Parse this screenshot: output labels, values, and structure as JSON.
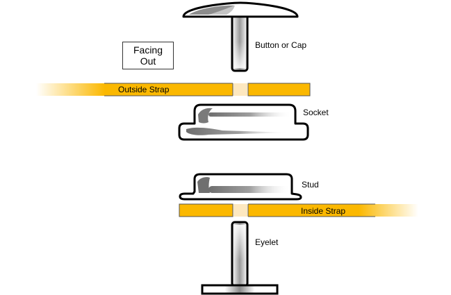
{
  "facing_box": {
    "line1": "Facing",
    "line2": "Out"
  },
  "labels": {
    "button_cap": "Button or Cap",
    "socket": "Socket",
    "stud": "Stud",
    "eyelet": "Eyelet"
  },
  "straps": {
    "outside": "Outside Strap",
    "inside": "Inside Strap"
  },
  "colors": {
    "strap": "#fbb800",
    "strap_gap": "#fde8c0",
    "outline": "#000000",
    "metal_dark": "#777777",
    "metal_light": "#ffffff"
  }
}
